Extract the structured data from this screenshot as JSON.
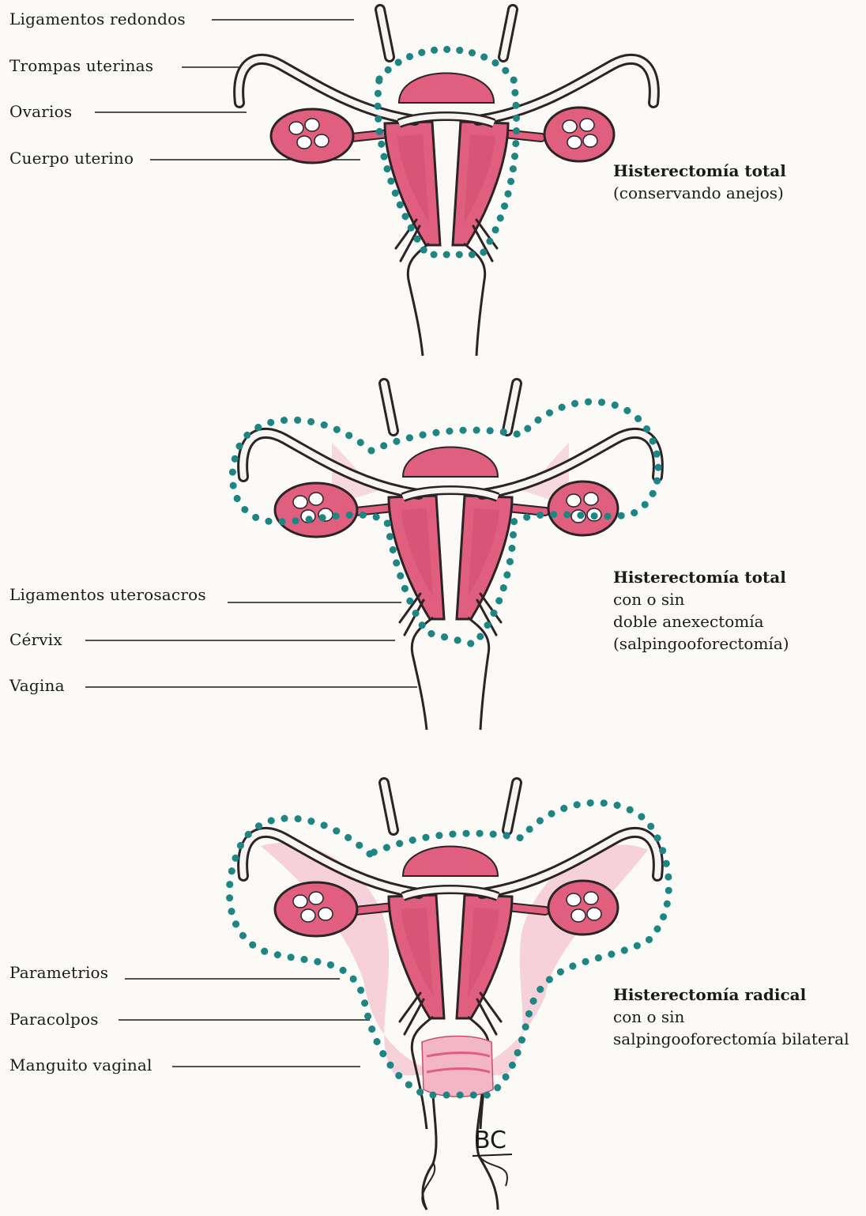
{
  "diagrams": [
    {
      "labels": [
        "Ligamentos redondos",
        "Trompas uterinas",
        "Ovarios",
        "Cuerpo uterino"
      ],
      "caption": {
        "title": "Histerectomía total",
        "lines": [
          "(conservando anejos)"
        ]
      }
    },
    {
      "labels": [
        "Ligamentos uterosacros",
        "Cérvix",
        "Vagina"
      ],
      "caption": {
        "title": "Histerectomía total",
        "lines": [
          "con o sin",
          "doble anexectomía",
          "(salpingooforectomía)"
        ]
      }
    },
    {
      "labels": [
        "Parametrios",
        "Paracolpos",
        "Manguito vaginal"
      ],
      "caption": {
        "title": "Histerectomía radical",
        "lines": [
          "con o sin",
          "salpingooforectomía bilateral"
        ]
      }
    }
  ],
  "signature": "BC",
  "colors": {
    "uterus_fill": "#e05f7e",
    "uterus_light": "#f2b6c4",
    "outline": "#2b2326",
    "resection_dots": "#1d8583",
    "parametria": "#f4c3cf"
  }
}
